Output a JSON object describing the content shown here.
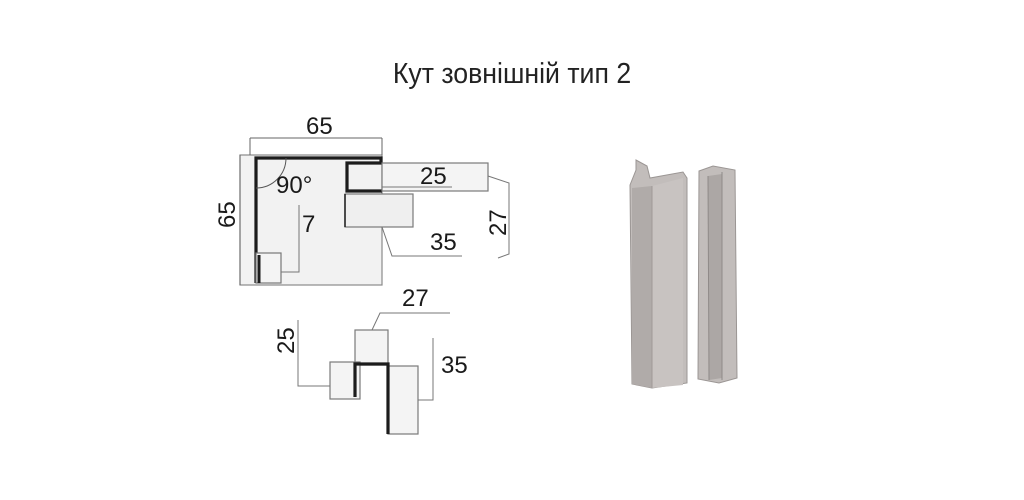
{
  "title": "Кут зовнішній тип 2",
  "top_view": {
    "width_label": "65",
    "height_label": "65",
    "angle_label": "90°",
    "hook_label": "7",
    "slot_depth_label": "25",
    "slot_height_label": "27",
    "flange_label": "35"
  },
  "section_view": {
    "top_label": "27",
    "left_label": "25",
    "right_label": "35"
  },
  "colors": {
    "outline": "#7a7a7a",
    "profile": "#1c1c1c",
    "fill_light": "#e8e8e8",
    "product_fill": "#c2bdbb",
    "product_shade": "#a9a4a2"
  }
}
